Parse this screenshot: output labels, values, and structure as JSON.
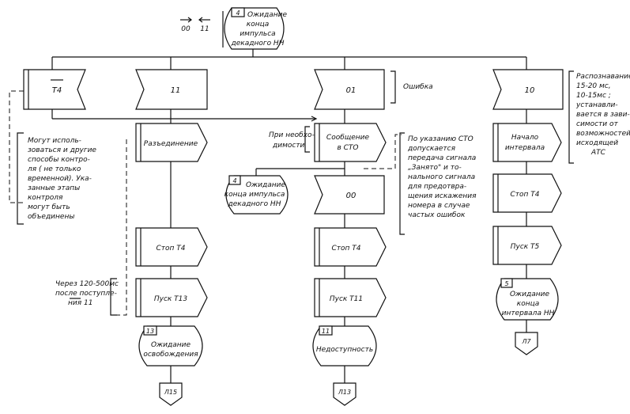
{
  "start_state": {
    "number": "4",
    "label": [
      "Ожидание",
      "конца",
      "импульса",
      "декадного НН"
    ]
  },
  "start_signals": {
    "left": "00",
    "right": "11"
  },
  "branches": [
    {
      "signal": "T4",
      "note": [
        "Могут исполь-",
        "зоваться и другие",
        "способы контро-",
        "ля ( не только",
        "временной). Ука-",
        "занные этапы",
        "контроля",
        "могут быть",
        "объединены"
      ]
    },
    {
      "signal": "11",
      "steps": [
        "Разъединение",
        "Стоп Т4",
        "Пуск Т13"
      ],
      "side_note": [
        "Через  120-500мс",
        "после поступле-",
        "ния  11"
      ],
      "end_state": {
        "number": "13",
        "label": [
          "Ожидание",
          "освобождения"
        ]
      },
      "connector": "Л15"
    },
    {
      "signal": "01",
      "signal_note": "Ошибка",
      "condition": [
        "При необхо-",
        "димости"
      ],
      "message": [
        "Сообщение",
        "в СТО"
      ],
      "wait_state": {
        "number": "4",
        "label": [
          "Ожидание",
          "конца импульса",
          "декадного НН"
        ]
      },
      "receive": "00",
      "steps": [
        "Стоп Т4",
        "Пуск Т11"
      ],
      "note": [
        "По указанию СТО",
        "допускается",
        "передача сигнала",
        "„Занято\" и то-",
        "нального сигнала",
        "для предотвра-",
        "щения искажения",
        "номера в случае",
        "частых ошибок"
      ],
      "end_state": {
        "number": "11",
        "label": [
          "Недоступность"
        ]
      },
      "connector": "Л13"
    },
    {
      "signal": "10",
      "signal_note": [
        "Распознавание",
        "15-20 мс,",
        "10-15мс ;",
        "устанавли-",
        "вается в зави-",
        "симости от",
        "возможностей",
        "исходящей",
        "АТС"
      ],
      "steps": [
        [
          "Начало",
          "интервала"
        ],
        "Стоп Т4",
        "Пуск Т5"
      ],
      "end_state": {
        "number": "5",
        "label": [
          "Ожидание",
          "конца",
          "интервала НН"
        ]
      },
      "connector": "Л7"
    }
  ]
}
